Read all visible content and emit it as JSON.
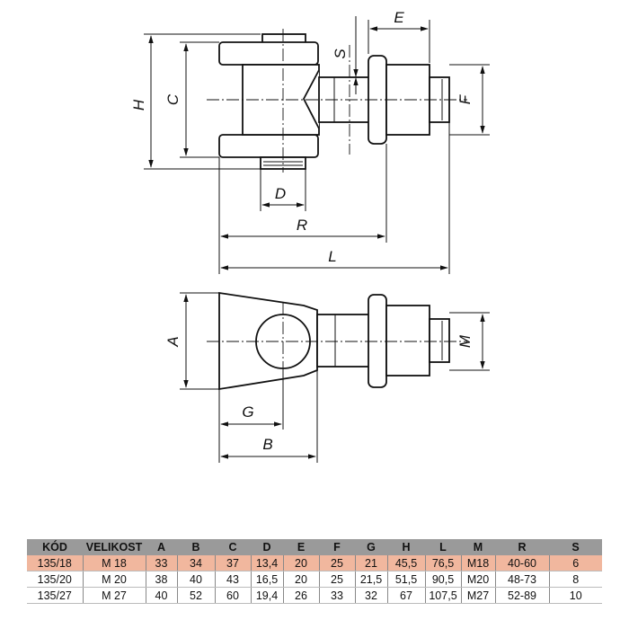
{
  "labels": {
    "E": "E",
    "S": "S",
    "H": "H",
    "C": "C",
    "F": "F",
    "D": "D",
    "R": "R",
    "L": "L",
    "A": "A",
    "M": "M",
    "G": "G",
    "B": "B"
  },
  "table": {
    "headers": [
      "KÓD",
      "VELIKOST",
      "A",
      "B",
      "C",
      "D",
      "E",
      "F",
      "G",
      "H",
      "L",
      "M",
      "R",
      "S"
    ],
    "rows": [
      [
        "135/18",
        "M 18",
        "33",
        "34",
        "37",
        "13,4",
        "20",
        "25",
        "21",
        "45,5",
        "76,5",
        "M18",
        "40-60",
        "6"
      ],
      [
        "135/20",
        "M 20",
        "38",
        "40",
        "43",
        "16,5",
        "20",
        "25",
        "21,5",
        "51,5",
        "90,5",
        "M20",
        "48-73",
        "8"
      ],
      [
        "135/27",
        "M 27",
        "40",
        "52",
        "60",
        "19,4",
        "26",
        "33",
        "32",
        "67",
        "107,5",
        "M27",
        "52-89",
        "10"
      ]
    ],
    "highlight_row": 0,
    "highlight_color": "#f1b79e",
    "header_color": "#9a9a9a"
  }
}
